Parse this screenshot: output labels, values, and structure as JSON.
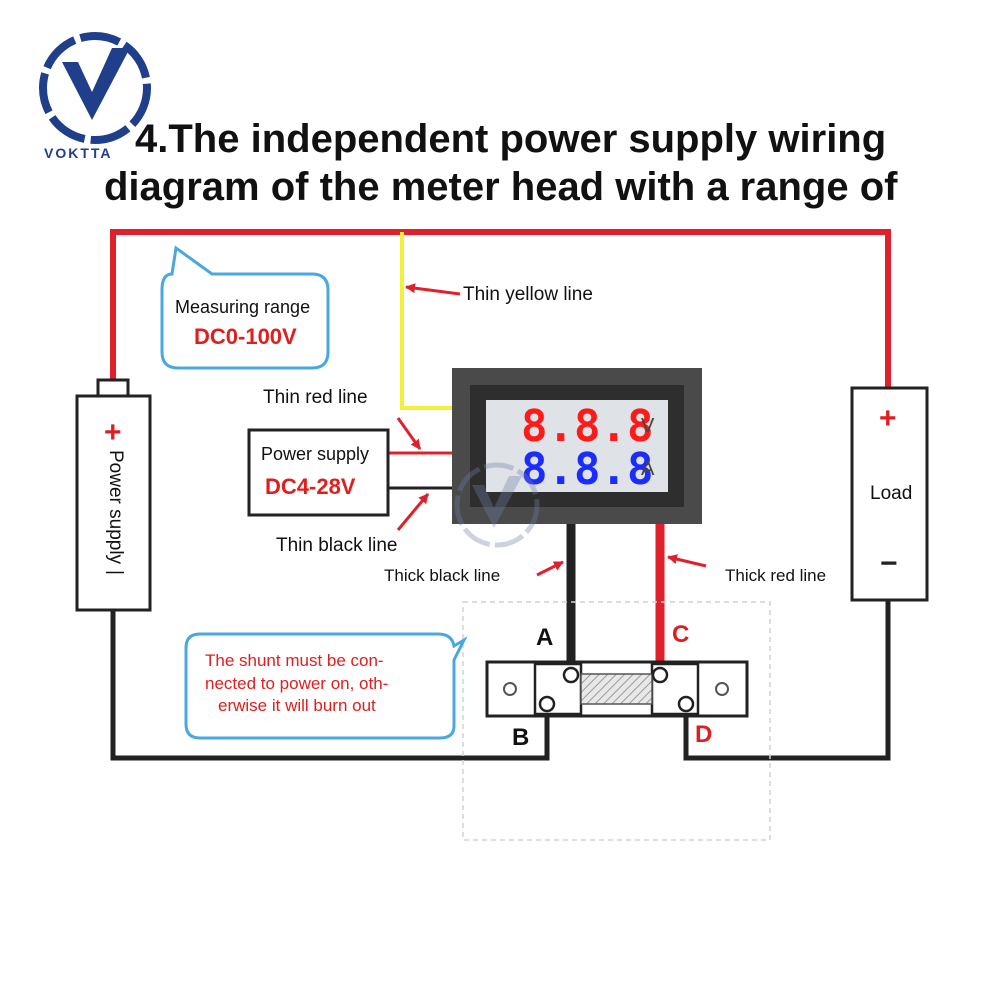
{
  "brand": {
    "name": "VOKTTA"
  },
  "title": {
    "line1": "4.The independent power supply wiring",
    "line2": "diagram of the meter head with a range of"
  },
  "callout_range": {
    "label": "Measuring range",
    "value": "DC0-100V"
  },
  "callout_shunt": {
    "line1": "The shunt must be con-",
    "line2": "nected to power on, oth-",
    "line3": "erwise it will burn out"
  },
  "aux_supply": {
    "label": "Power supply",
    "value": "DC4-28V"
  },
  "wire_labels": {
    "thin_yellow": "Thin yellow line",
    "thin_red": "Thin red line",
    "thin_black": "Thin black line",
    "thick_black": "Thick black line",
    "thick_red": "Thick red line"
  },
  "meter": {
    "voltage_digits": "8.8.8",
    "voltage_unit": "V",
    "current_digits": "8.8.8",
    "current_unit": "A"
  },
  "battery": {
    "label": "Power supply",
    "plus": "+",
    "minus": "|"
  },
  "load": {
    "label": "Load",
    "plus": "+",
    "minus": "−"
  },
  "shunt_terminals": {
    "a": "A",
    "b": "B",
    "c": "C",
    "d": "D"
  },
  "colors": {
    "wire_red": "#e0202a",
    "wire_black": "#222222",
    "wire_yellow": "#f4ef3a",
    "callout_border": "#4aa8e0",
    "digit_red": "#ff1a1a",
    "digit_blue": "#1a2cff",
    "label_red": "#e01e1e"
  }
}
